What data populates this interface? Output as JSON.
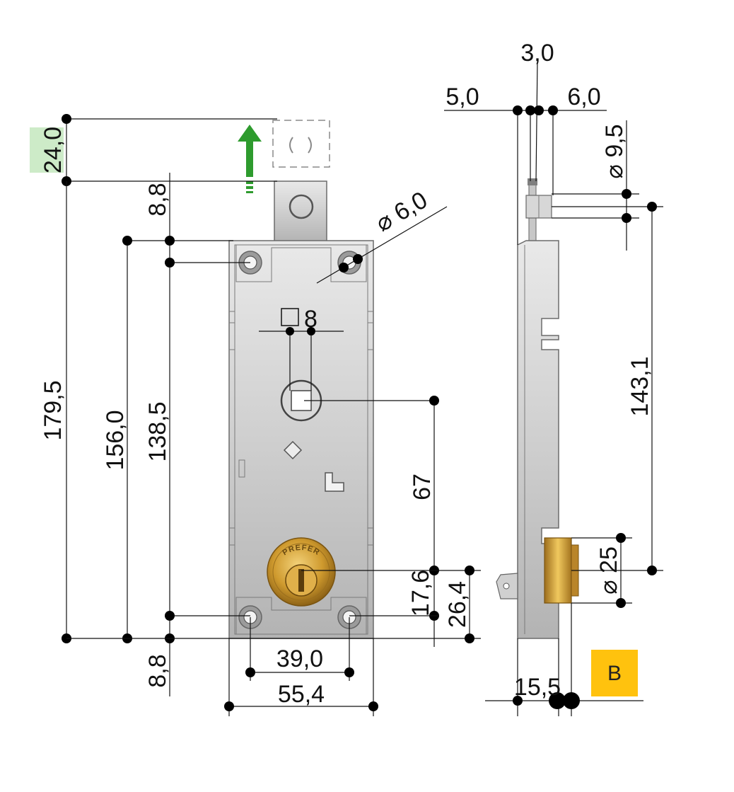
{
  "dimensions": {
    "top_height": "24,0",
    "tab_offset_top": "8,8",
    "bottom_offset": "8,8",
    "overall_height": "179,5",
    "plate_height": "156,0",
    "hole_spacing_vertical": "138,5",
    "hole_diameter": "6,0",
    "square_drive": "8",
    "spindle_to_cylinder": "67",
    "cylinder_to_hole": "17,6",
    "cylinder_to_bottom": "26,4",
    "hole_spacing_horizontal": "39,0",
    "plate_width": "55,4",
    "side_offset_left": "5,0",
    "side_thickness": "3,0",
    "side_offset_right": "6,0",
    "pin_diameter": "9,5",
    "side_height": "143,1",
    "cylinder_diameter": "25",
    "cylinder_projection": "15,5"
  },
  "badge": {
    "label": "B",
    "color": "#FFC20E"
  },
  "highlight_color": "#CDEBC8",
  "arrow_color": "#2E9B2E",
  "cylinder_brand": "PREFER"
}
